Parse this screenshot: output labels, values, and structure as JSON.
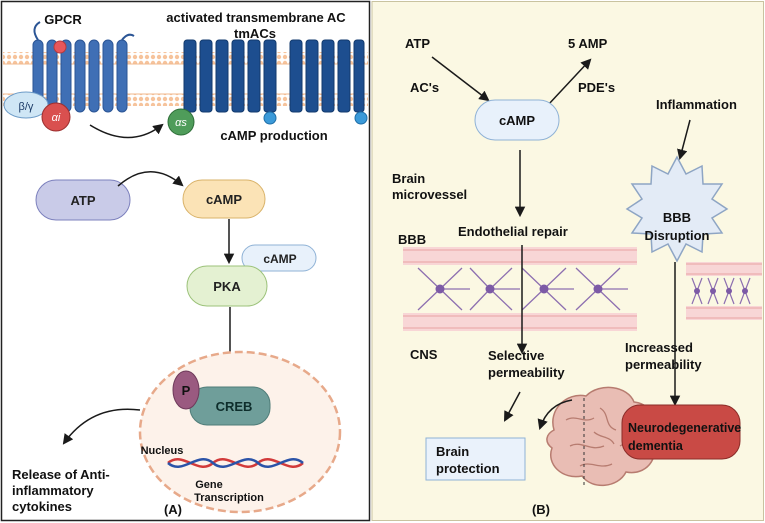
{
  "panel_a": {
    "gpcr": "GPCR",
    "ac_title_1": "activated transmembrane AC",
    "ac_title_2": "tmACs",
    "beta_gamma": "β/γ",
    "alpha_i": "αi",
    "alpha_s": "αs",
    "camp_production": "cAMP production",
    "atp": "ATP",
    "camp": "cAMP",
    "camp_small": "cAMP",
    "pka": "PKA",
    "p": "P",
    "creb": "CREB",
    "nucleus": "Nucleus",
    "gene_1": "Gene",
    "gene_2": "Transcription",
    "release_1": "Release of Anti-",
    "release_2": "inflammatory",
    "release_3": "cytokines",
    "label": "(A)"
  },
  "panel_b": {
    "atp": "ATP",
    "five_amp": "5 AMP",
    "acs": "AC's",
    "pdes": "PDE's",
    "camp": "cAMP",
    "inflammation": "Inflammation",
    "brain_1": "Brain",
    "brain_2": "microvessel",
    "bbb_1": "BBB",
    "bbb_2": "Disruption",
    "bbb": "BBB",
    "endothelial": "Endothelial repair",
    "cns": "CNS",
    "selective_1": "Selective",
    "selective_2": "permeability",
    "increased_1": "Increassed",
    "increased_2": "permeability",
    "protection_1": "Brain",
    "protection_2": "protection",
    "neuro_1": "Neurodegenerative",
    "neuro_2": "dementia",
    "label": "(B)"
  },
  "colors": {
    "membrane": "#f7c9a5",
    "receptor": "#3f6fb5",
    "ac_receptor": "#1d4e8f",
    "panel_b_bg": "#fbf8e3",
    "camp_pill": "#fbe3b6",
    "atp_pill": "#c9cbe8",
    "pka_pill": "#e4f1d2",
    "creb": "#6f9e9a",
    "neuro": "#c94a45",
    "brain": "#e9bdb4"
  }
}
